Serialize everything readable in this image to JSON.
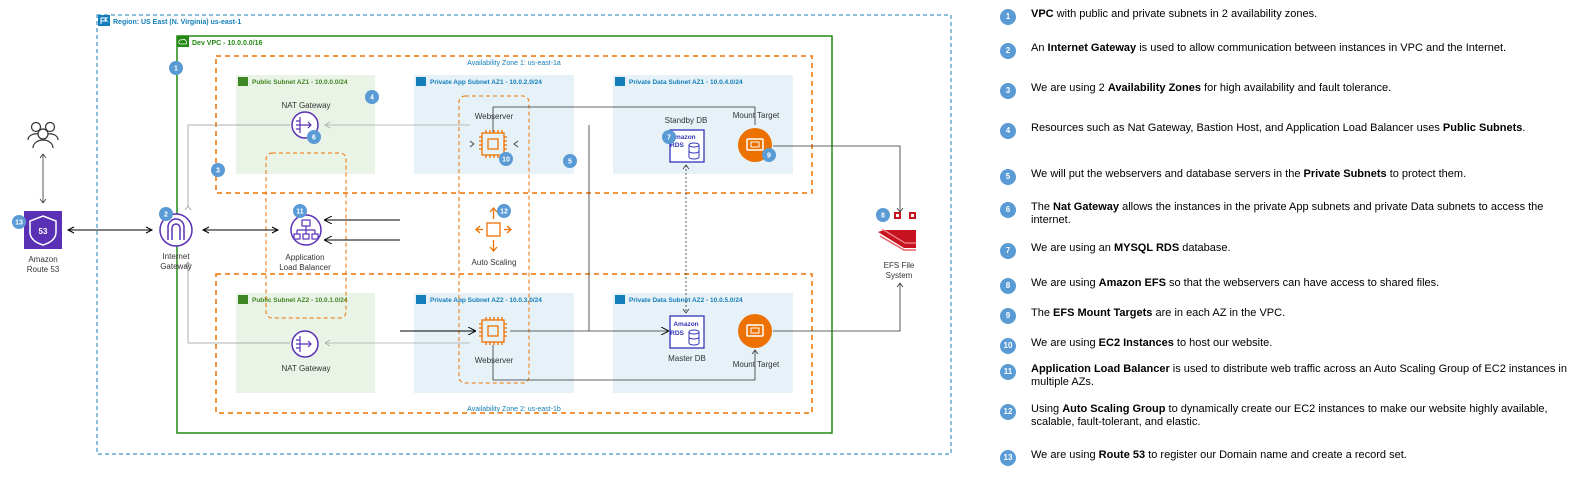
{
  "region": {
    "label": "Region: US East (N. Virginia) us-east-1"
  },
  "vpc": {
    "label": "Dev VPC - 10.0.0.0/16"
  },
  "zones": {
    "az1": "Availability Zone 1: us-east-1a",
    "az2": "Availability Zone 2: us-east-1b"
  },
  "subnets": {
    "public_az1": "Public Subnet AZ1 - 10.0.0.0/24",
    "app_az1": "Private App Subnet AZ1 - 10.0.2.0/24",
    "data_az1": "Private Data Subnet AZ1 - 10.0.4.0/24",
    "public_az2": "Public Subnet AZ2 - 10.0.1.0/24",
    "app_az2": "Private App Subnet AZ2  - 10.0.3.0/24",
    "data_az2": "Private Data Subnet AZ2  - 10.0.5.0/24"
  },
  "nodes": {
    "users": "",
    "route53_line1": "Amazon",
    "route53_line2": "Route 53",
    "igw_line1": "Internet",
    "igw_line2": "Gateway",
    "alb_line1": "Application",
    "alb_line2": "Load Balancer",
    "nat_az1": "NAT Gateway",
    "nat_az2": "NAT Gateway",
    "web_az1": "Webserver",
    "web_az2": "Webserver",
    "autoscaling": "Auto Scaling",
    "standby_db": "Standby DB",
    "master_db": "Master DB",
    "mount_az1": "Mount Target",
    "mount_az2": "Mount Target",
    "efs_line1": "EFS File",
    "efs_line2": "System",
    "rds_line1": "Amazon",
    "rds_line2": "RDS"
  },
  "badges": {
    "b1": "1",
    "b2": "2",
    "b3": "3",
    "b4": "4",
    "b5": "5",
    "b6": "6",
    "b7": "7",
    "b8": "8",
    "b9": "9",
    "b10": "10",
    "b11": "11",
    "b12": "12",
    "b13": "13"
  },
  "legend": [
    {
      "num": "1",
      "segments": [
        {
          "text": "VPC",
          "bold": true
        },
        {
          "text": " with public and private subnets in 2 availability zones.",
          "bold": false
        }
      ]
    },
    {
      "num": "2",
      "segments": [
        {
          "text": "An ",
          "bold": false
        },
        {
          "text": "Internet Gateway",
          "bold": true
        },
        {
          "text": " is used to allow communication between instances in VPC and the Internet.",
          "bold": false
        }
      ]
    },
    {
      "num": "3",
      "segments": [
        {
          "text": "We are using 2 ",
          "bold": false
        },
        {
          "text": "Availability Zones",
          "bold": true
        },
        {
          "text": " for high availability and fault tolerance.",
          "bold": false
        }
      ]
    },
    {
      "num": "4",
      "segments": [
        {
          "text": "Resources such as Nat Gateway, Bastion Host, and Application Load Balancer uses ",
          "bold": false
        },
        {
          "text": "Public Subnets",
          "bold": true
        },
        {
          "text": ".",
          "bold": false
        }
      ]
    },
    {
      "num": "5",
      "segments": [
        {
          "text": "We will put the webservers and database servers in the ",
          "bold": false
        },
        {
          "text": "Private Subnets",
          "bold": true
        },
        {
          "text": " to protect them.",
          "bold": false
        }
      ]
    },
    {
      "num": "6",
      "segments": [
        {
          "text": "The ",
          "bold": false
        },
        {
          "text": "Nat Gateway",
          "bold": true
        },
        {
          "text": " allows the instances in the private App subnets and private Data subnets to access the internet.",
          "bold": false
        }
      ]
    },
    {
      "num": "7",
      "segments": [
        {
          "text": "We  are using an ",
          "bold": false
        },
        {
          "text": "MYSQL RDS",
          "bold": true
        },
        {
          "text": " database.",
          "bold": false
        }
      ]
    },
    {
      "num": "8",
      "segments": [
        {
          "text": "We are using ",
          "bold": false
        },
        {
          "text": "Amazon EFS",
          "bold": true
        },
        {
          "text": " so that the webservers can have access to shared files.",
          "bold": false
        }
      ]
    },
    {
      "num": "9",
      "segments": [
        {
          "text": "The ",
          "bold": false
        },
        {
          "text": "EFS Mount Targets",
          "bold": true
        },
        {
          "text": " are in each AZ in the VPC.",
          "bold": false
        }
      ]
    },
    {
      "num": "10",
      "segments": [
        {
          "text": "We are using ",
          "bold": false
        },
        {
          "text": "EC2 Instances",
          "bold": true
        },
        {
          "text": " to host our website.",
          "bold": false
        }
      ]
    },
    {
      "num": "11",
      "segments": [
        {
          "text": "Application Load Balancer",
          "bold": true
        },
        {
          "text": " is used to distribute web traffic across an Auto Scaling Group of EC2 instances in multiple AZs.",
          "bold": false
        }
      ]
    },
    {
      "num": "12",
      "segments": [
        {
          "text": "Using ",
          "bold": false
        },
        {
          "text": "Auto Scaling Group",
          "bold": true
        },
        {
          "text": " to dynamically create our EC2 instances to make our website highly available, scalable, fault-tolerant, and elastic.",
          "bold": false
        }
      ]
    },
    {
      "num": "13",
      "segments": [
        {
          "text": "We are using ",
          "bold": false
        },
        {
          "text": "Route 53",
          "bold": true
        },
        {
          "text": " to register our Domain name and create a record set.",
          "bold": false
        }
      ]
    }
  ],
  "colors": {
    "region_border": "#147eba",
    "vpc_border": "#248814",
    "az_border": "#ed7100",
    "public_fill": "#e9f3e6",
    "private_fill": "#e6f2f8",
    "subnet_green": "#3f8624",
    "subnet_blue": "#147eba",
    "purple": "#5a30b5",
    "rds_blue": "#3334b9",
    "orange": "#ed7100",
    "badge": "#5b9bd5",
    "efs_red": "#c7131f"
  }
}
